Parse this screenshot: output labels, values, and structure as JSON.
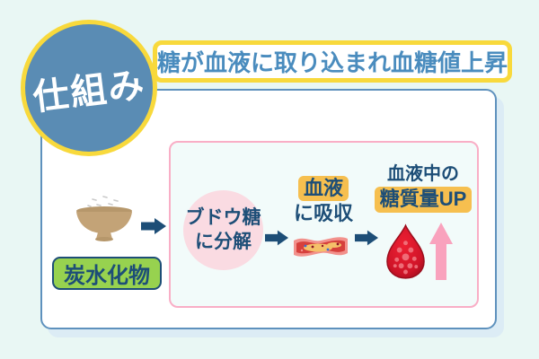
{
  "badge": {
    "label": "仕組み"
  },
  "banner": {
    "title": "糖が血液に取り込まれ血糖値上昇"
  },
  "diagram": {
    "source": {
      "label": "炭水化物",
      "icon": "rice-bowl-icon"
    },
    "step_breakdown": {
      "line1": "ブドウ糖",
      "line2": "に分解"
    },
    "step_absorb": {
      "highlight": "血液",
      "suffix": "に吸収",
      "icon": "blood-vessel-icon"
    },
    "step_result": {
      "line1": "血液中の",
      "highlight": "糖質量UP",
      "icon_drop": "blood-drop-icon",
      "icon_up": "up-arrow-icon"
    },
    "flow_arrow_icon": "right-arrow-icon"
  },
  "colors": {
    "bg": "#e9f7f4",
    "navy": "#1d4e77",
    "circle-blue": "#5a8cb4",
    "yellow": "#f8d93c",
    "banner-text": "#4a8cbe",
    "panel-border": "#5e91bd",
    "inner-bg": "#f2fbfa",
    "inner-border": "#f9aec6",
    "green": "#97d24f",
    "amber": "#f6bf4f",
    "pink-circle": "#fadbe2",
    "pink-arrow": "#f9a2bd"
  }
}
